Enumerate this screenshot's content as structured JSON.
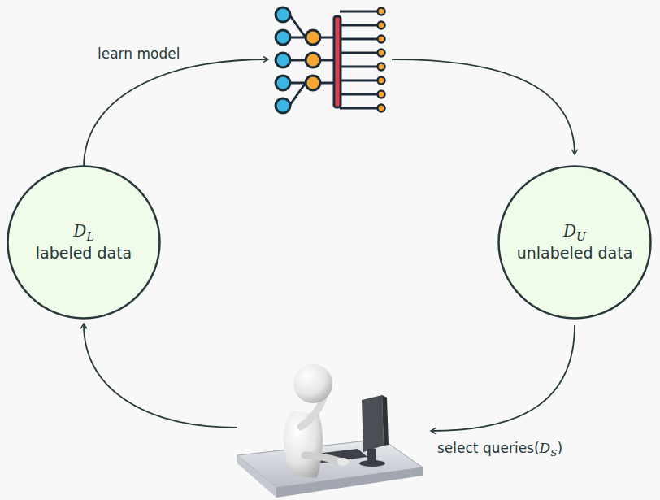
{
  "diagram": {
    "nodes": [
      {
        "text": [
          "DL",
          "labeled data"
        ]
      },
      {
        "text": [
          "DU",
          "unlabeled data"
        ]
      }
    ],
    "labels": [
      "learn model",
      "select queries(DS)"
    ]
  }
}
